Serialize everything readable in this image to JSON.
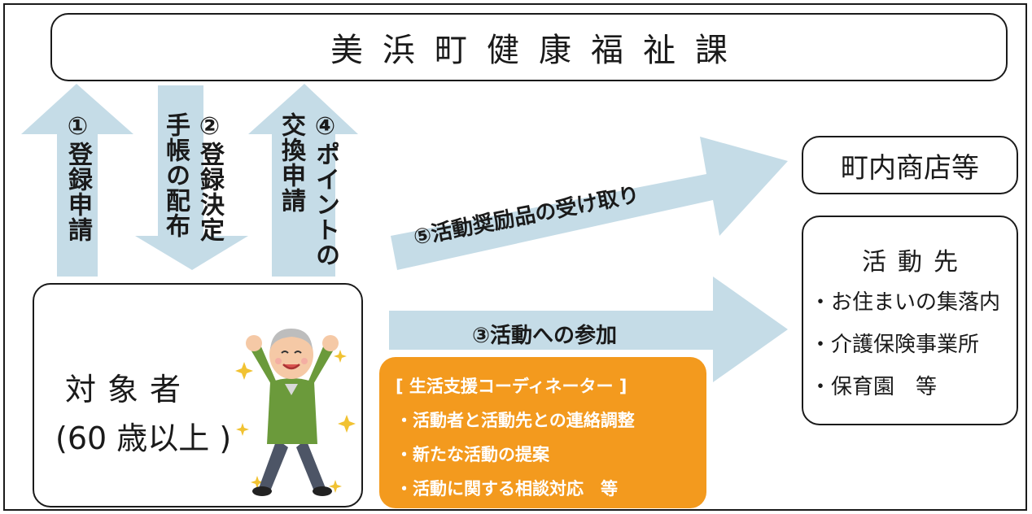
{
  "header": {
    "title": "美浜町健康福祉課"
  },
  "steps": {
    "step1": {
      "number": "①",
      "text": "登録申請"
    },
    "step2": {
      "number": "②",
      "line1": "登録決定",
      "line2": "手帳の配布"
    },
    "step4": {
      "number": "④",
      "line1": "ポイントの",
      "line2": "交換申請"
    },
    "step5": "⑤活動奨励品の受け取り",
    "step3": "③活動への参加"
  },
  "shop": {
    "label": "町内商店等"
  },
  "destinations": {
    "title": "活動先",
    "items": [
      "・お住まいの集落内",
      "・介護保険事業所",
      "・保育園　等"
    ]
  },
  "target": {
    "line1": "対象者",
    "line2": "(60 歳以上 )"
  },
  "coordinator": {
    "title": "[ 生活支援コーディネーター ]",
    "items": [
      "・活動者と活動先との連絡調整",
      "・新たな活動の提案",
      "・活動に関する相談対応　等"
    ]
  },
  "colors": {
    "arrow": "#c5dce7",
    "coordinator_bg": "#f39a1e",
    "border": "#1a1a1a"
  },
  "illustration": {
    "icon": "elderly-man-cheering-icon"
  }
}
